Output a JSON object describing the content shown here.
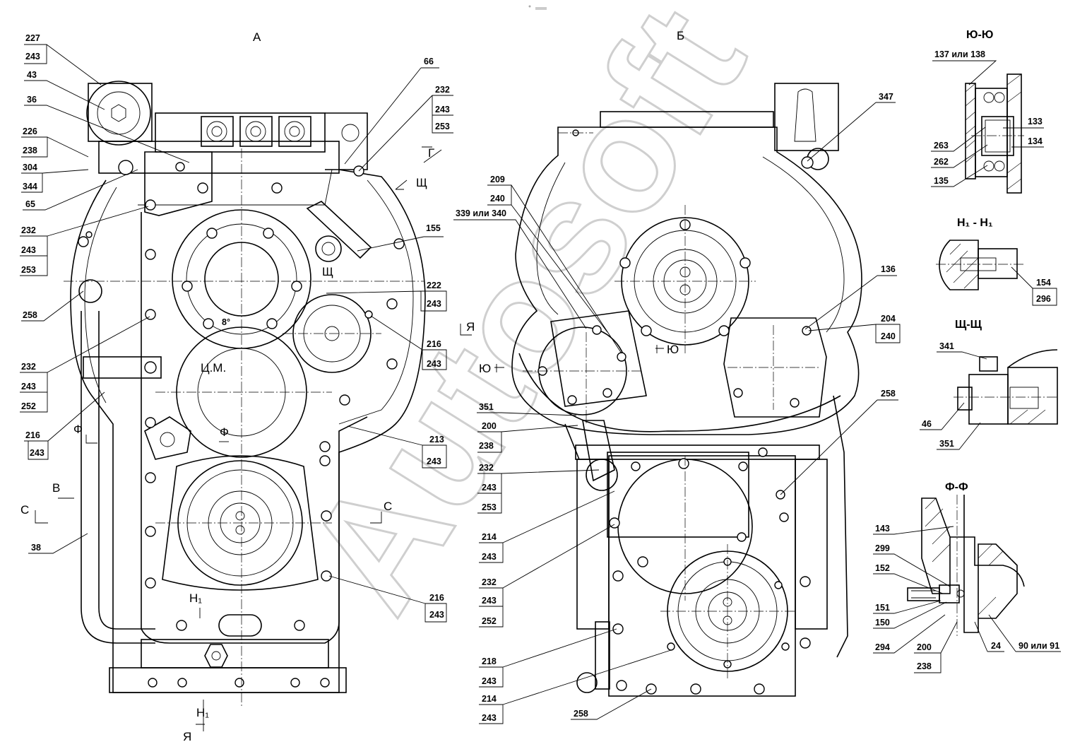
{
  "views": {
    "view_a": "А",
    "view_b": "Б",
    "sec_yu": "Ю-Ю",
    "sec_n1": "Н₁ - Н₁",
    "sec_shch": "Щ-Щ",
    "sec_f": "Ф-Ф"
  },
  "section_marks": {
    "g": "Г",
    "shch": "Щ",
    "shch2": "Щ",
    "ya": "Я",
    "ya2": "Я",
    "yu_left": "Ю",
    "yu_right": "Ю",
    "f_left": "Ф",
    "f_mid": "Ф",
    "v": "В",
    "s_left": "С",
    "s_right": "С",
    "n1_top": "Н₁",
    "n1_bottom": "Н₁",
    "cm": "Ц.М.",
    "angle": "8°"
  },
  "callouts_a": [
    "227",
    "243",
    "43",
    "36",
    "226",
    "238",
    "304",
    "344",
    "65",
    "232",
    "243",
    "253",
    "258",
    "232",
    "243",
    "252",
    "216",
    "243",
    "38",
    "66",
    "232",
    "243",
    "253",
    "155",
    "222",
    "243",
    "216",
    "243",
    "213",
    "243",
    "216",
    "243"
  ],
  "callouts_b": [
    "209",
    "240",
    "339 или 340",
    "351",
    "200",
    "238",
    "232",
    "243",
    "253",
    "214",
    "243",
    "232",
    "243",
    "252",
    "218",
    "243",
    "214",
    "243",
    "258",
    "347",
    "136",
    "204",
    "240",
    "258"
  ],
  "callouts_sections": [
    "137 или 138",
    "133",
    "263",
    "134",
    "262",
    "135",
    "154",
    "296",
    "341",
    "46",
    "351",
    "143",
    "299",
    "152",
    "151",
    "150",
    "294",
    "200",
    "238",
    "24",
    "90 или 91"
  ],
  "watermark": "Autosoft"
}
